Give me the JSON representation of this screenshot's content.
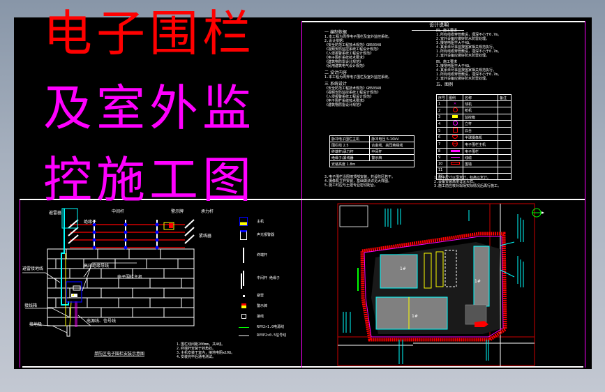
{
  "title": {
    "line1": "电子围栏",
    "line2": "及室外监",
    "line3": "控施工图",
    "line1_color": "#ff0000",
    "line2_3_color": "#ff00ff"
  },
  "design_notes": {
    "heading": "设计说明",
    "sections": [
      {
        "num": "一",
        "label": "编制依据"
      },
      {
        "num": "二",
        "label": "设计内容"
      },
      {
        "num": "三",
        "label": "系统设计"
      }
    ],
    "lines": [
      "1.本工程为周界电子围栏及室外监控系统。",
      "2.设计依据：",
      "《安全防范工程技术规范》GB50348",
      "《视频安防监控系统工程设计规范》",
      "《入侵报警系统工程设计规范》",
      "《电子围栏系统技术要求》",
      "《建筑物防雷设计规范》",
      "《民用建筑电气设计规范》"
    ],
    "spec_table": [
      [
        "脉冲电子围栏主机",
        "脉冲电压 5-10kV"
      ],
      [
        "围栏线 2.5",
        "合金线、高压绝缘线"
      ],
      [
        "终端杆/承力杆",
        "中间杆"
      ],
      [
        "绝缘子/紧线器",
        "警示牌"
      ],
      [
        "安装高度 1.8m",
        ""
      ]
    ],
    "after_table": [
      "3.电子围栏沿围墙顶部安装，共设防区若干。",
      "4.摄像机立杆安装，基础做法详见大样图。",
      "5.施工时应与土建专业密切配合。"
    ]
  },
  "right_notes": {
    "lines": [
      "四、施工要求",
      "1.所有线缆穿管敷设，埋深不小于0.7m。",
      "2.室外设备应做好防水防雷处理。",
      "3.接地电阻不大于4Ω。",
      "4.其余未尽事宜按国家相关规范执行。"
    ],
    "section_label": "五、图例",
    "legend_table": {
      "headers": [
        "序号",
        "图例",
        "名称",
        "备注"
      ],
      "rows": [
        {
          "no": "1",
          "symbol": "x-mark",
          "color": "#ff00ff",
          "name": "球机"
        },
        {
          "no": "2",
          "symbol": "circle",
          "color": "#ff0000",
          "name": "枪机"
        },
        {
          "no": "3",
          "symbol": "rect-fill",
          "color": "#ffff00",
          "name": "监控箱"
        },
        {
          "no": "4",
          "symbol": "circle-cross",
          "color": "#ff00ff",
          "name": "立杆"
        },
        {
          "no": "5",
          "symbol": "camera-box",
          "color": "#ff0000",
          "name": "云台"
        },
        {
          "no": "6",
          "symbol": "dome",
          "color": "#ff0000",
          "name": "半球摄像机"
        },
        {
          "no": "7",
          "symbol": "circle-bar",
          "color": "#ff0000",
          "name": "电子围栏主机"
        },
        {
          "no": "8",
          "symbol": "thick-line",
          "color": "#ff00ff",
          "name": "电子围栏"
        },
        {
          "no": "9",
          "symbol": "thin-line",
          "color": "#ff00ff",
          "name": "线缆"
        },
        {
          "no": "10",
          "symbol": "hollow-rect",
          "color": "#ff0000",
          "name": "围墙"
        },
        {
          "no": "11",
          "symbol": "",
          "color": "",
          "name": ""
        },
        {
          "no": "12",
          "symbol": "",
          "color": "",
          "name": ""
        }
      ]
    },
    "footnotes": [
      "1.图中尺寸以毫米计，标高以米计。",
      "2.设备安装高度详见大样。",
      "3.施工前应核对现场实际情况后再行施工。"
    ]
  },
  "elevation": {
    "caption": "单防区电子围栏安装示意图",
    "labels": {
      "top_left": "避雷器",
      "support": "终端杆",
      "middle": "中间杆",
      "warning": "警示牌",
      "insulator": "绝缘子",
      "tension": "承力杆",
      "spring": "紧线器",
      "hv_line": "高压绝缘导线",
      "ground": "避雷接地线",
      "host": "电子围栏主机",
      "box": "接线箱",
      "power": "电源线、信号线",
      "earth": "接地极"
    },
    "notes": [
      "1.围栏线间距200mm，共4线。",
      "2.终端杆安装于转角处。",
      "3.主机安装于室内，接地电阻≤10Ω。",
      "4.安装完毕后通电测试。"
    ],
    "side_legend": [
      {
        "symbol": "host-box",
        "label": "主机"
      },
      {
        "symbol": "alarm",
        "label": "声光报警器"
      },
      {
        "symbol": "pole",
        "label": "终端杆"
      },
      {
        "symbol": "pole-ticks",
        "label": "中间杆 绝缘子"
      },
      {
        "symbol": "dot",
        "label": "避雷"
      },
      {
        "symbol": "warning-sign",
        "label": "警示牌"
      },
      {
        "symbol": "box",
        "label": "接线"
      },
      {
        "symbol": "green-line",
        "label": "RVV2×1.0电源线"
      },
      {
        "symbol": "white-line",
        "label": "RVVP2×0.5信号线"
      }
    ]
  },
  "site_plan": {
    "buildings": [
      {
        "label": "1#"
      },
      {
        "label": "1#"
      },
      {
        "label": "1#"
      }
    ],
    "north_arrow": "N"
  },
  "colors": {
    "background": "#000000",
    "cad_white": "#ffffff",
    "cad_magenta": "#ff00ff",
    "cad_red": "#ff0000",
    "cad_cyan": "#00ffff",
    "cad_yellow": "#ffff00",
    "cad_green": "#00ff00",
    "cad_blue": "#0000ff",
    "building_gray": "#808080"
  }
}
